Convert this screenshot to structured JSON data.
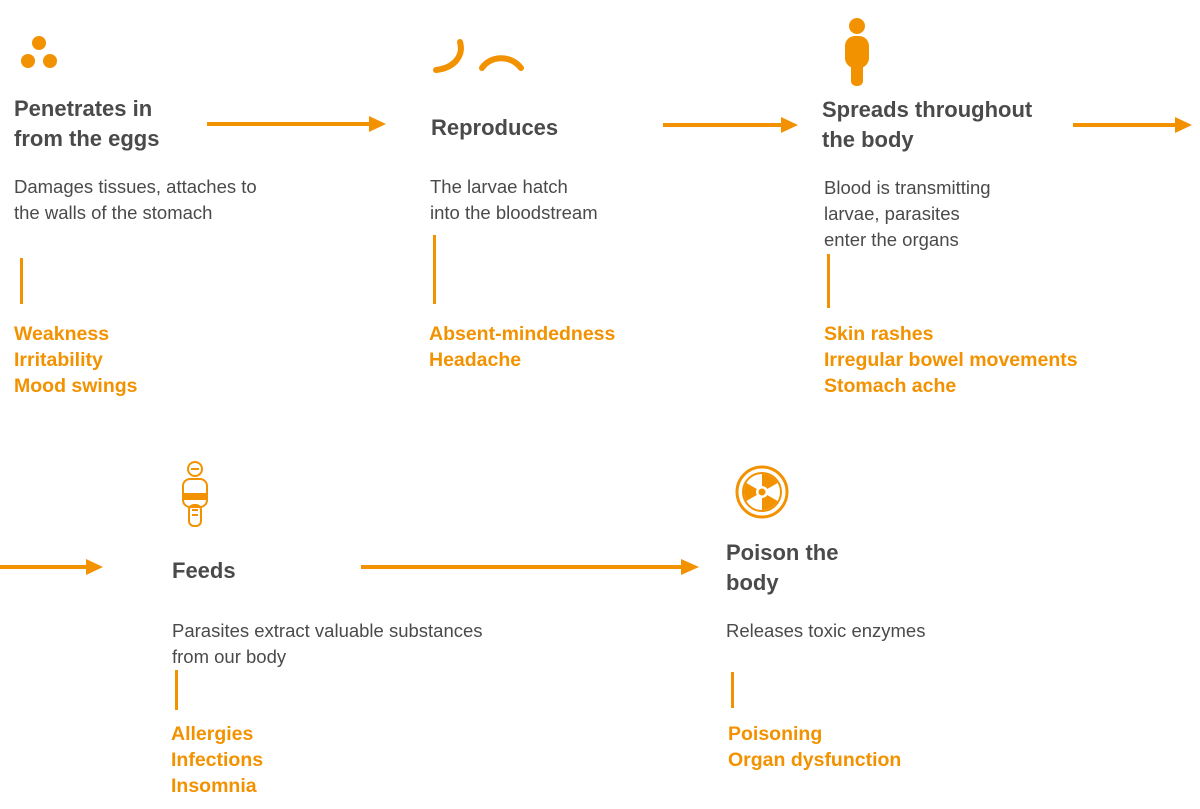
{
  "accent_color": "#f29200",
  "text_color": "#4a4a4a",
  "stages": [
    {
      "icon": "eggs-icon",
      "title": "Penetrates in\nfrom the eggs",
      "description": "Damages tissues, attaches to\nthe walls of the stomach",
      "symptoms": [
        "Weakness",
        "Irritability",
        "Mood swings"
      ]
    },
    {
      "icon": "larvae-icon",
      "title": "Reproduces",
      "description": "The larvae hatch\ninto the bloodstream",
      "symptoms": [
        "Absent-mindedness",
        "Headache"
      ]
    },
    {
      "icon": "human-body-icon",
      "title": "Spreads throughout\nthe body",
      "description": "Blood is transmitting\nlarvae, parasites\nenter the organs",
      "symptoms": [
        "Skin rashes",
        "Irregular bowel movements",
        "Stomach ache"
      ]
    },
    {
      "icon": "feeding-body-icon",
      "title": "Feeds",
      "description": "Parasites extract valuable substances\nfrom our body",
      "symptoms": [
        "Allergies",
        "Infections",
        "Insomnia"
      ]
    },
    {
      "icon": "toxic-radiation-icon",
      "title": "Poison the\nbody",
      "description": "Releases toxic enzymes",
      "symptoms": [
        "Poisoning",
        "Organ dysfunction"
      ]
    }
  ]
}
